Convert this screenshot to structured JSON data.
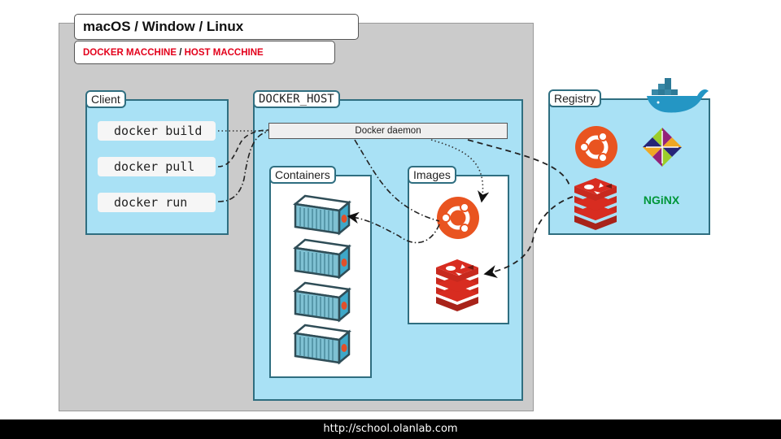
{
  "header": {
    "title": "macOS / Window / Linux",
    "subtitle_part1": "DOCKER MACCHINE",
    "subtitle_sep": " / ",
    "subtitle_part2": "HOST MACCHINE"
  },
  "client": {
    "label": "Client",
    "commands": [
      "docker build",
      "docker pull",
      "docker run"
    ]
  },
  "docker_host": {
    "label": "DOCKER_HOST",
    "daemon_label": "Docker daemon",
    "containers_label": "Containers",
    "images_label": "Images",
    "container_count": 4,
    "images": [
      "ubuntu-logo",
      "redis-logo"
    ]
  },
  "registry": {
    "label": "Registry",
    "items": [
      "ubuntu-logo",
      "centos-logo",
      "redis-logo",
      "nginx-logo"
    ],
    "nginx_text": "NGiNX"
  },
  "colors": {
    "panel": "#a9e1f5",
    "border": "#2f6e80",
    "ubuntu": "#e95420",
    "redis": "#d82c20",
    "nginx": "#009639",
    "accent_red": "#e3001b"
  },
  "footer": {
    "url": "http://school.olanlab.com"
  }
}
